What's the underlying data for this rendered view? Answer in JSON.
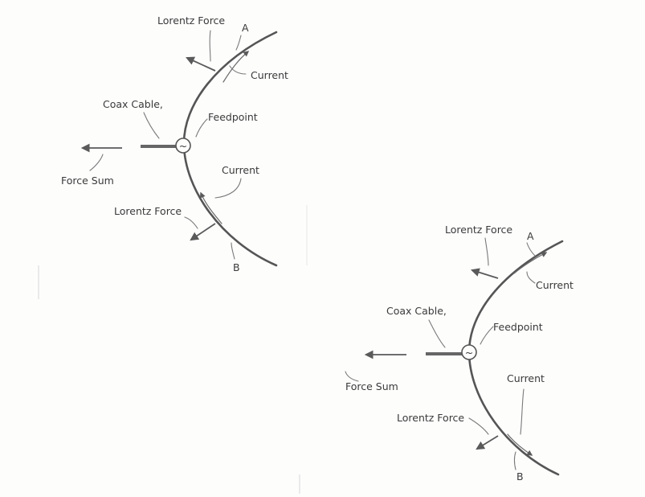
{
  "diagrams": [
    {
      "label_a": "A",
      "label_b": "B",
      "lorentz_force_top": "Lorentz Force",
      "lorentz_force_bottom": "Lorentz Force",
      "current_top": "Current",
      "current_bottom": "Current",
      "coax_cable": "Coax Cable,",
      "feedpoint": "Feedpoint",
      "force_sum": "Force Sum",
      "source_symbol": "~"
    },
    {
      "label_a": "A",
      "label_b": "B",
      "lorentz_force_top": "Lorentz Force",
      "lorentz_force_bottom": "Lorentz Force",
      "current_top": "Current",
      "current_bottom": "Current",
      "coax_cable": "Coax Cable,",
      "feedpoint": "Feedpoint",
      "force_sum": "Force Sum",
      "source_symbol": "~"
    }
  ]
}
